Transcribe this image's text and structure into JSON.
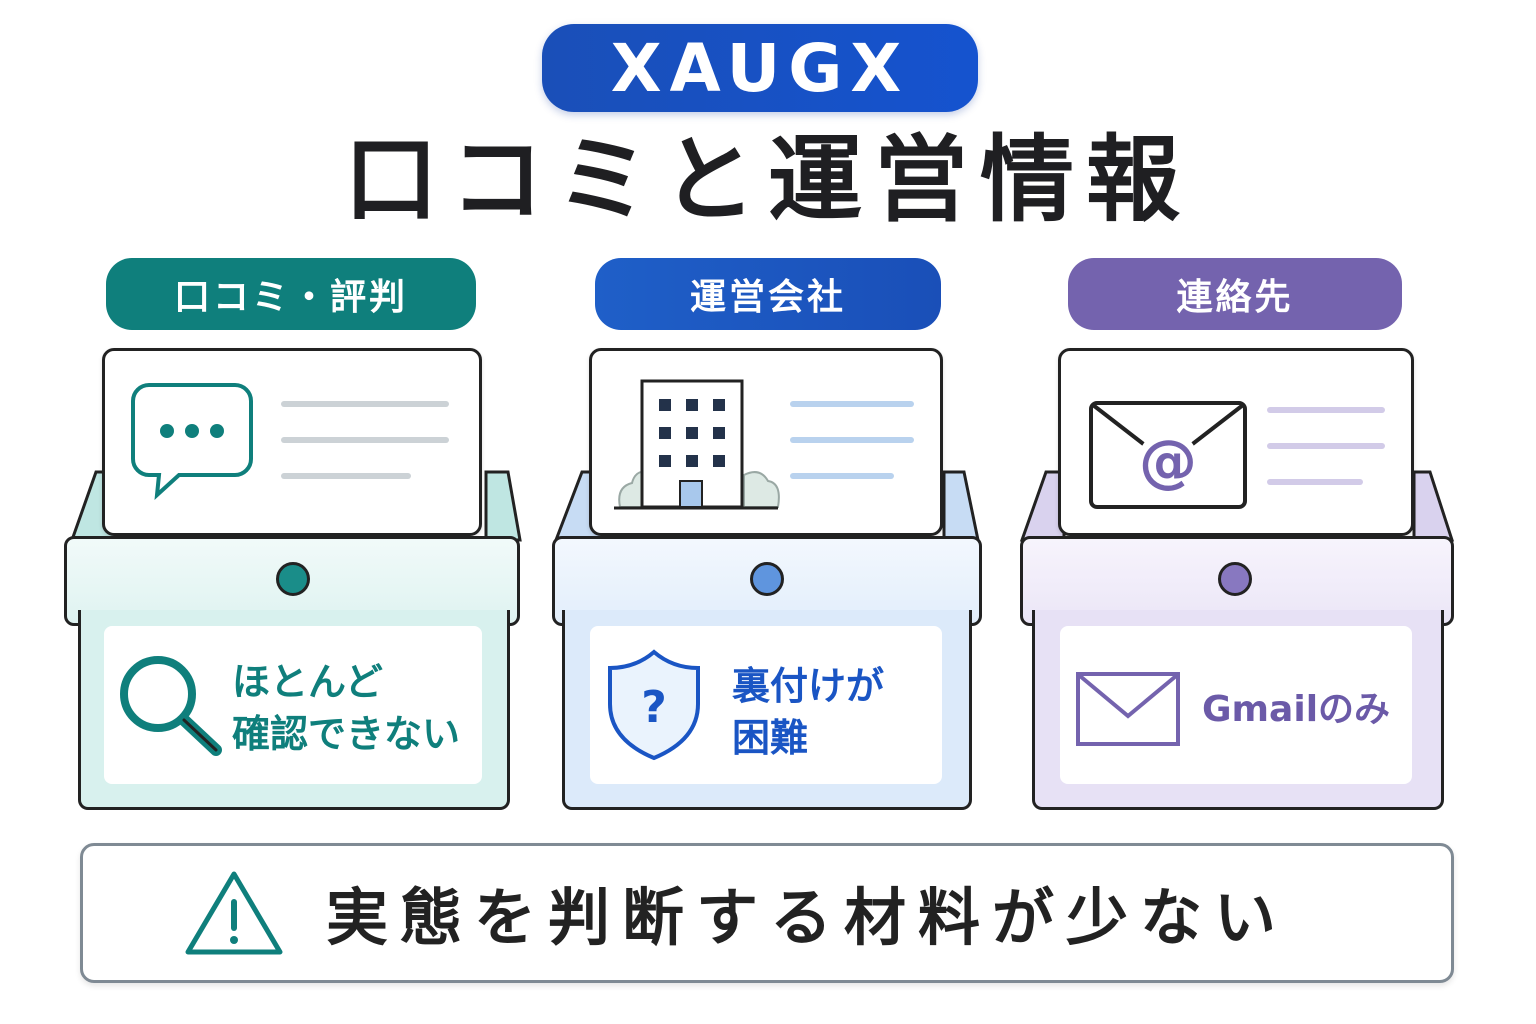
{
  "brand": "XAUGX",
  "title": "口コミと運営情報",
  "columns": [
    {
      "label": "口コミ・評判",
      "accent": "#0f7f7c",
      "card_icon": "speech-bubble-icon",
      "panel_icon": "magnifier-icon",
      "panel_text_line1": "ほとんど",
      "panel_text_line2": "確認できない"
    },
    {
      "label": "運営会社",
      "accent": "#1a55c4",
      "card_icon": "office-building-icon",
      "panel_icon": "shield-question-icon",
      "panel_text_line1": "裏付けが",
      "panel_text_line2": "困難"
    },
    {
      "label": "連絡先",
      "accent": "#7463ae",
      "card_icon": "at-envelope-icon",
      "panel_icon": "mail-icon",
      "panel_text_line1": "Gmailのみ",
      "panel_text_line2": ""
    }
  ],
  "warning": {
    "icon": "warning-triangle-icon",
    "text": "実態を判断する材料が少ない"
  }
}
